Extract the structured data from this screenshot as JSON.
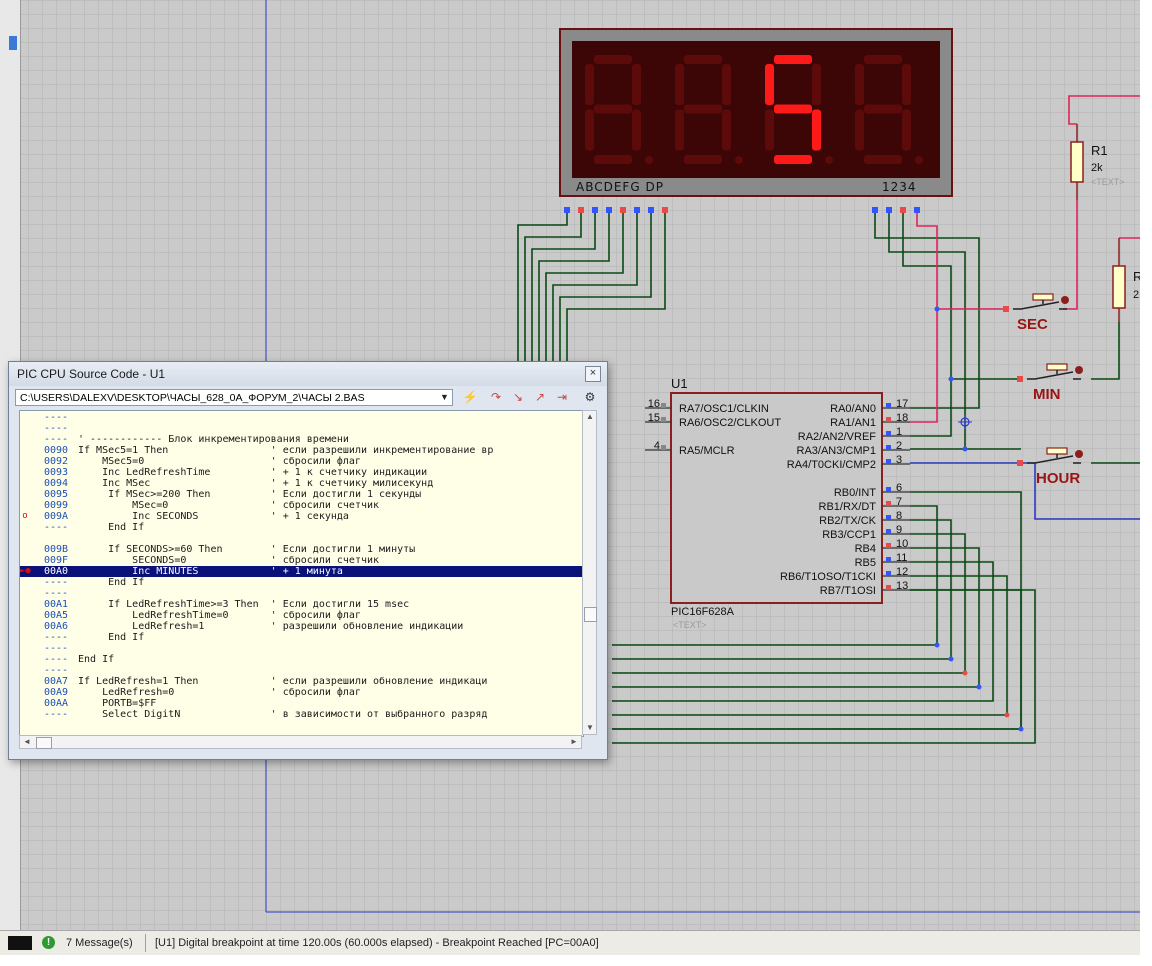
{
  "schematic": {
    "display": {
      "segment_labels": "ABCDEFG  DP",
      "digit_labels": "1234",
      "shown_digit": "5",
      "lit_color": "#ff1a1a",
      "dim_color": "#5c0a0a"
    },
    "mcu": {
      "ref": "U1",
      "part": "PIC16F628A",
      "text_placeholder": "<TEXT>",
      "left_pins": [
        {
          "num": "16",
          "name": "RA7/OSC1/CLKIN"
        },
        {
          "num": "15",
          "name": "RA6/OSC2/CLKOUT"
        },
        {
          "num": "4",
          "name": "RA5/MCLR"
        }
      ],
      "right_pins": [
        {
          "num": "17",
          "name": "RA0/AN0"
        },
        {
          "num": "18",
          "name": "RA1/AN1"
        },
        {
          "num": "1",
          "name": "RA2/AN2/VREF"
        },
        {
          "num": "2",
          "name": "RA3/AN3/CMP1"
        },
        {
          "num": "3",
          "name": "RA4/T0CKI/CMP2"
        },
        {
          "num": "6",
          "name": "RB0/INT"
        },
        {
          "num": "7",
          "name": "RB1/RX/DT"
        },
        {
          "num": "8",
          "name": "RB2/TX/CK"
        },
        {
          "num": "9",
          "name": "RB3/CCP1"
        },
        {
          "num": "10",
          "name": "RB4"
        },
        {
          "num": "11",
          "name": "RB5"
        },
        {
          "num": "12",
          "name": "RB6/T1OSO/T1CKI"
        },
        {
          "num": "13",
          "name": "RB7/T1OSI"
        }
      ]
    },
    "resistor1": {
      "ref": "R1",
      "value": "2k",
      "text_placeholder": "<TEXT>"
    },
    "resistor2": {
      "ref": "R",
      "value": "2"
    },
    "buttons": [
      {
        "label": "SEC"
      },
      {
        "label": "MIN"
      },
      {
        "label": "HOUR"
      }
    ]
  },
  "source_window": {
    "title": "PIC CPU Source Code - U1",
    "close": "×",
    "path": "C:\\USERS\\DALEXV\\DESKTOP\\ЧАСЫ_628_0A_ФОРУМ_2\\ЧАСЫ 2.BAS",
    "dropdown": "▼",
    "scroll_up": "▲",
    "scroll_down": "▼",
    "scroll_left": "◄",
    "scroll_right": "►",
    "code_lines": [
      {
        "gut": "",
        "addr": "----",
        "src": ""
      },
      {
        "gut": "",
        "addr": "----",
        "src": ""
      },
      {
        "gut": "",
        "addr": "----",
        "src": "' ------------ Блок инкрементирования времени"
      },
      {
        "gut": "",
        "addr": "0090",
        "src": "If MSec5=1 Then                 ' если разрешили инкрементирование вр"
      },
      {
        "gut": "",
        "addr": "0092",
        "src": "    MSec5=0                     ' сбросили флаг"
      },
      {
        "gut": "",
        "addr": "0093",
        "src": "    Inc LedRefreshTime          ' + 1 к счетчику индикации"
      },
      {
        "gut": "",
        "addr": "0094",
        "src": "    Inc MSec                    ' + 1 к счетчику милисекунд"
      },
      {
        "gut": "",
        "addr": "0095",
        "src": "     If MSec>=200 Then          ' Если достигли 1 секунды"
      },
      {
        "gut": "",
        "addr": "0099",
        "src": "         MSec=0                 ' сбросили счетчик"
      },
      {
        "gut": "o",
        "addr": "009A",
        "src": "         Inc SECONDS            ' + 1 секунда"
      },
      {
        "gut": "",
        "addr": "----",
        "src": "     End If"
      },
      {
        "gut": "",
        "addr": "",
        "src": ""
      },
      {
        "gut": "",
        "addr": "009B",
        "src": "     If SECONDS>=60 Then        ' Если достигли 1 минуты"
      },
      {
        "gut": "",
        "addr": "009F",
        "src": "         SECONDS=0              ' сбросили счетчик"
      },
      {
        "gut": "►●",
        "addr": "00A0",
        "src": "         Inc MINUTES            ' + 1 минута"
      },
      {
        "gut": "",
        "addr": "----",
        "src": "     End If"
      },
      {
        "gut": "",
        "addr": "----",
        "src": ""
      },
      {
        "gut": "",
        "addr": "00A1",
        "src": "     If LedRefreshTime>=3 Then  ' Если достигли 15 msec"
      },
      {
        "gut": "",
        "addr": "00A5",
        "src": "         LedRefreshTime=0       ' сбросили флаг"
      },
      {
        "gut": "",
        "addr": "00A6",
        "src": "         LedRefresh=1           ' разрешили обновление индикации"
      },
      {
        "gut": "",
        "addr": "----",
        "src": "     End If"
      },
      {
        "gut": "",
        "addr": "----",
        "src": ""
      },
      {
        "gut": "",
        "addr": "----",
        "src": "End If"
      },
      {
        "gut": "",
        "addr": "----",
        "src": ""
      },
      {
        "gut": "",
        "addr": "00A7",
        "src": "If LedRefresh=1 Then            ' если разрешили обновление индикаци"
      },
      {
        "gut": "",
        "addr": "00A9",
        "src": "    LedRefresh=0                ' сбросили флаг"
      },
      {
        "gut": "",
        "addr": "00AA",
        "src": "    PORTB=$FF"
      },
      {
        "gut": "",
        "addr": "----",
        "src": "    Select DigitN               ' в зависимости от выбранного разряд"
      }
    ],
    "selected_index": 14
  },
  "statusbar": {
    "ok_icon": "!",
    "messages": "7 Message(s)",
    "status": "[U1] Digital breakpoint at time 120.00s (60.000s elapsed) - Breakpoint Reached [PC=00A0]"
  },
  "colors": {
    "grid_bg": "#c8c8c8",
    "grid_line": "#b4b4b4",
    "wire": "#0a4a14",
    "wire_red": "#e0245a",
    "component_fill": "#ffffc8",
    "component_border": "#8c1e1e",
    "label_red": "#9a1414",
    "selection": "#0a127a"
  }
}
